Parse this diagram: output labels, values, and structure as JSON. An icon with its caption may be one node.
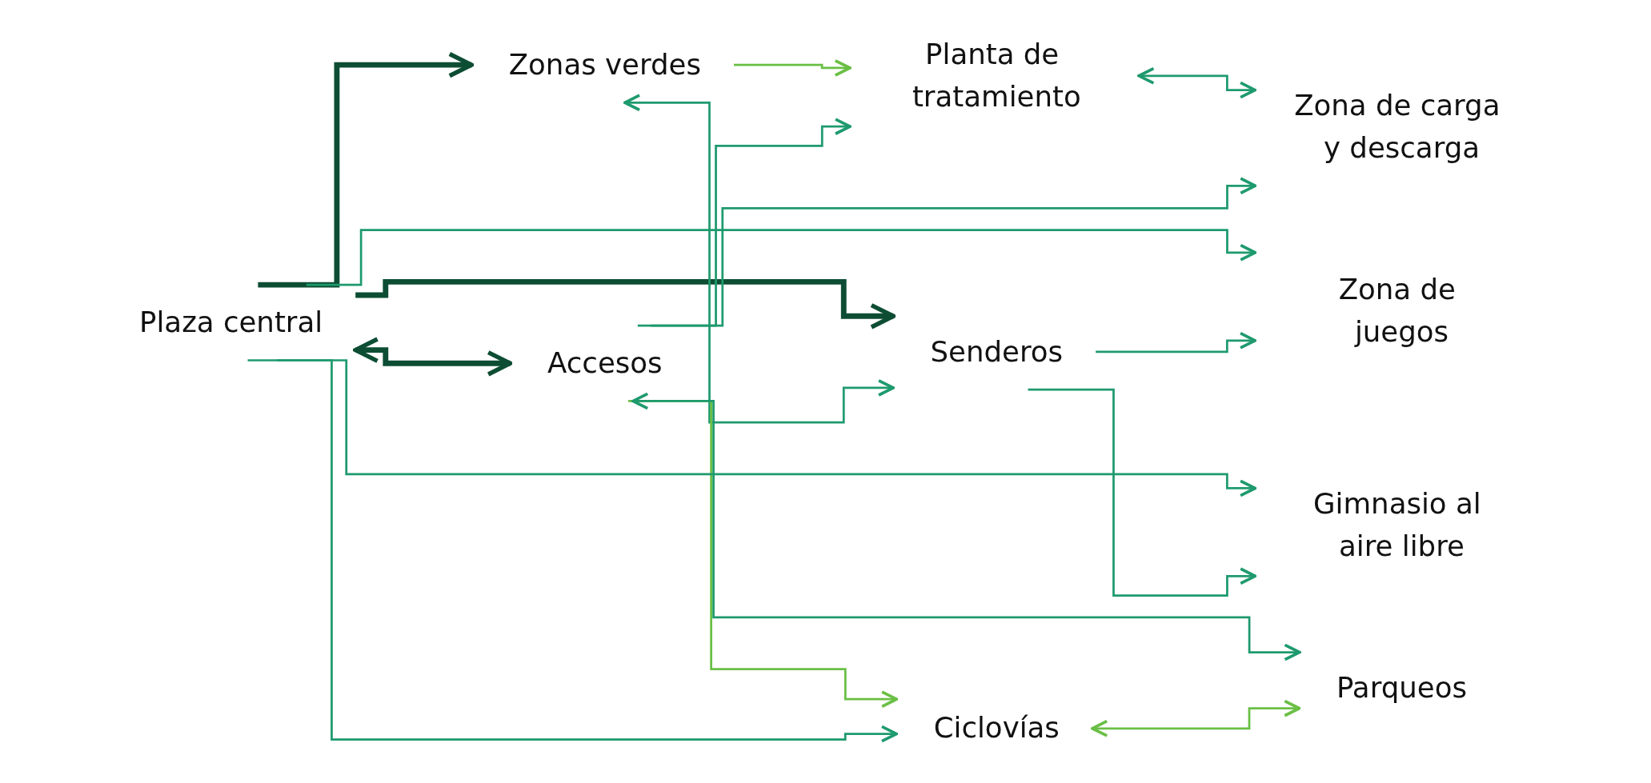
{
  "diagram": {
    "nodes": [
      {
        "text": [
          "Accesos"
        ]
      },
      {
        "text": [
          "Zonas verdes"
        ]
      },
      {
        "text": [
          "Planta de tratamiento"
        ]
      },
      {
        "text": [
          "Plaza central"
        ]
      },
      {
        "text": [
          "Ciclovías"
        ]
      },
      {
        "text": [
          "Senderos"
        ]
      },
      {
        "text": [
          "Parqueos"
        ]
      },
      {
        "text": [
          "Zona de carga y descarga"
        ]
      },
      {
        "text": [
          "Zona de juegos"
        ]
      },
      {
        "text": [
          "Gimnasio al aire libre"
        ]
      }
    ],
    "edges": [
      {
        "from": 3,
        "to": 1,
        "arrow": "to",
        "style": "thick",
        "color": "#0d4d33"
      },
      {
        "from": 3,
        "to": 5,
        "arrow": "to",
        "style": "thick",
        "color": "#0d4d33"
      },
      {
        "from": 3,
        "to": 0,
        "arrow": "both",
        "style": "thick",
        "color": "#0d4d33"
      },
      {
        "from": 1,
        "to": 2,
        "arrow": "to",
        "color": "#6abf45"
      },
      {
        "from": 1,
        "to": 5,
        "arrow": "both"
      },
      {
        "from": 2,
        "to": 7,
        "arrow": "both"
      },
      {
        "from": 0,
        "to": 2,
        "arrow": "to"
      },
      {
        "from": 0,
        "to": 7,
        "arrow": "to"
      },
      {
        "from": 0,
        "to": 4,
        "arrow": "to",
        "color": "#6abf45"
      },
      {
        "from": 0,
        "to": 6,
        "arrow": "both"
      },
      {
        "from": 4,
        "to": 6,
        "arrow": "both",
        "color": "#6abf45"
      },
      {
        "from": 3,
        "to": 4,
        "arrow": "to"
      },
      {
        "from": 3,
        "to": 9,
        "arrow": "to"
      },
      {
        "from": 3,
        "to": 8,
        "arrow": "to"
      },
      {
        "from": 5,
        "to": 8,
        "arrow": "to"
      },
      {
        "from": 5,
        "to": 9,
        "arrow": "to"
      }
    ]
  }
}
